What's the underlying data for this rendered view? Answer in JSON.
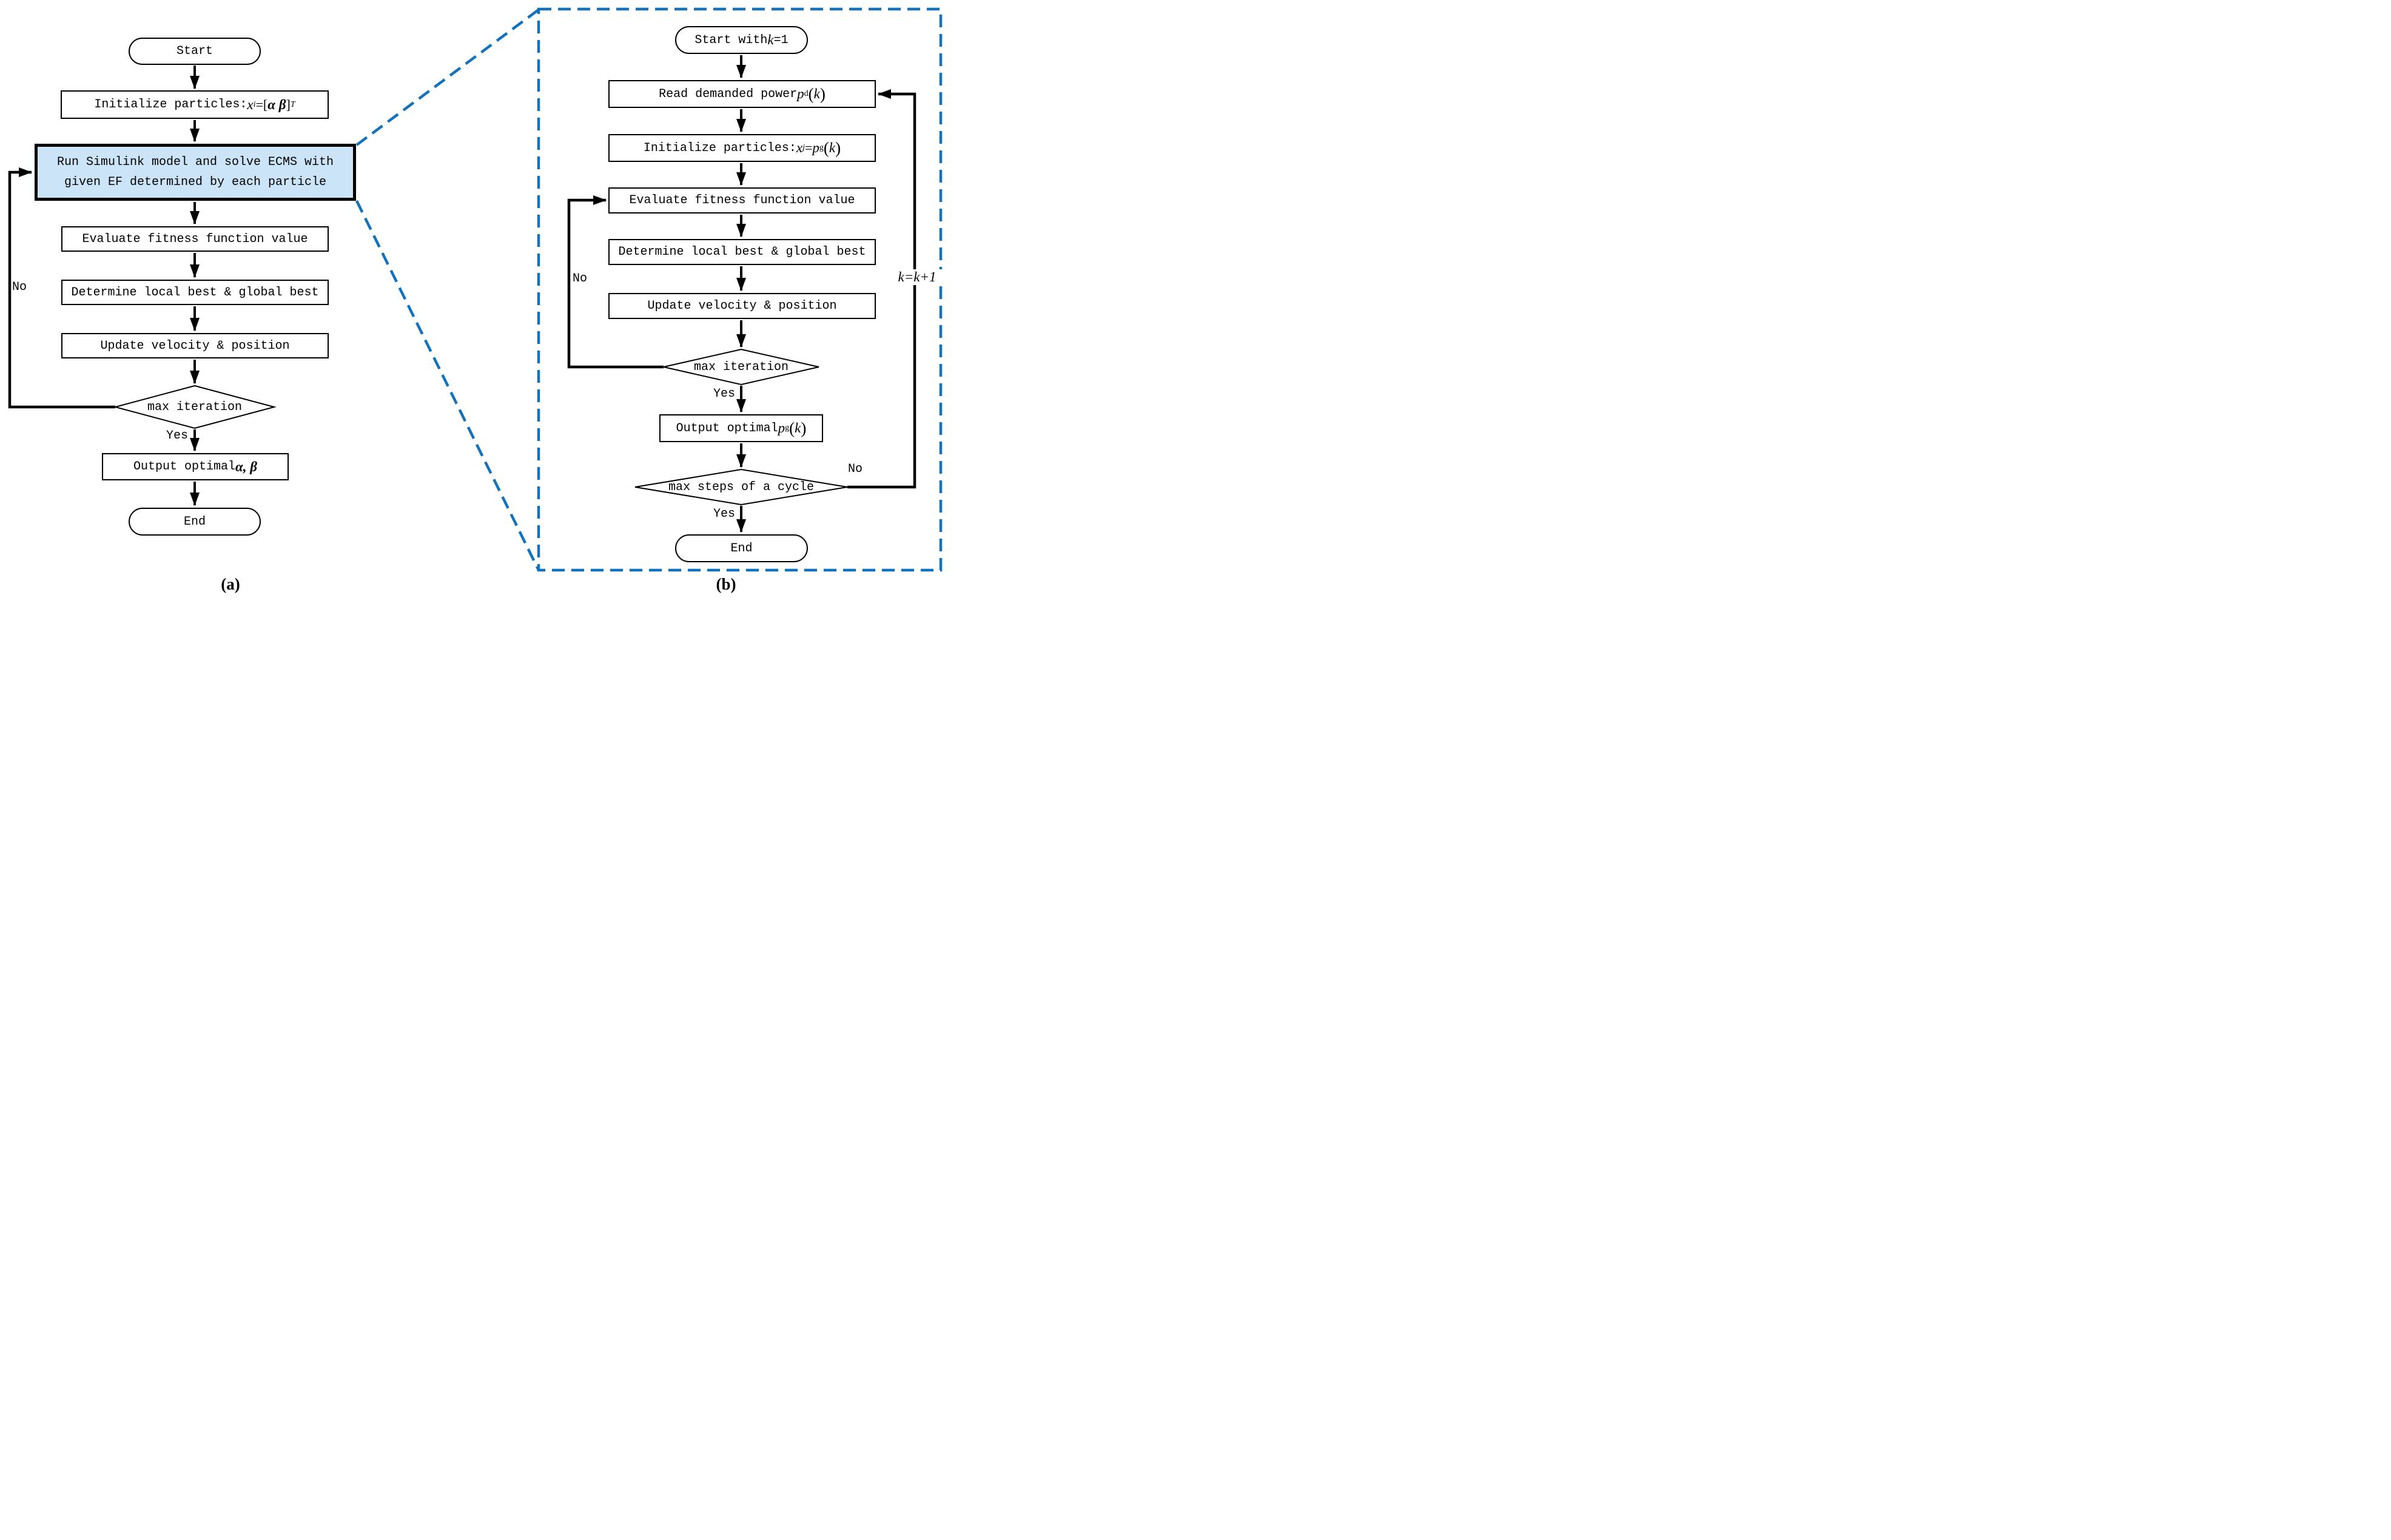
{
  "colors": {
    "highlight_fill": "#cbe4f7",
    "accent_blue": "#1273bc"
  },
  "panel_a": {
    "caption": "(a)",
    "start_label": "Start",
    "init": {
      "prefix": "Initialize particles: ",
      "var": "x",
      "var_sup": "i",
      "eq": " =[",
      "vars": "α β",
      "close": "]",
      "close_sup": "T"
    },
    "run_line1": "Run Simulink model and solve ECMS with",
    "run_line2": "given EF determined by each particle",
    "evaluate": "Evaluate fitness function value",
    "determine": "Determine local best & global best",
    "update": "Update velocity & position",
    "decision": "max iteration",
    "yes_label": "Yes",
    "no_label": "No",
    "output": {
      "prefix": "Output optimal ",
      "vars": "α, β"
    },
    "end_label": "End"
  },
  "panel_b": {
    "caption": "(b)",
    "start": {
      "prefix": "Start with ",
      "var": "k",
      "suffix": "=1"
    },
    "read": {
      "prefix": "Read demanded power ",
      "var": "p",
      "sub": "d",
      "open": "(",
      "arg": "k",
      "close": ")"
    },
    "init": {
      "prefix": "Initialize particles: ",
      "var": "x",
      "var_sup": "j",
      "eq": " = ",
      "var2": "p",
      "sub2": "g",
      "open": "(",
      "arg": "k",
      "close": ")"
    },
    "evaluate": "Evaluate fitness function value",
    "determine": "Determine local best & global best",
    "update": "Update velocity & position",
    "decision_iteration": "max iteration",
    "decision_cycle": "max steps of a cycle",
    "yes_iteration": "Yes",
    "yes_cycle": "Yes",
    "no_iteration": "No",
    "no_cycle": "No",
    "increment_label": "k=k+1",
    "output": {
      "prefix": "Output optimal",
      "var": "p",
      "sub": "g",
      "open": "(",
      "arg": "k",
      "close": ")"
    },
    "end_label": "End"
  }
}
